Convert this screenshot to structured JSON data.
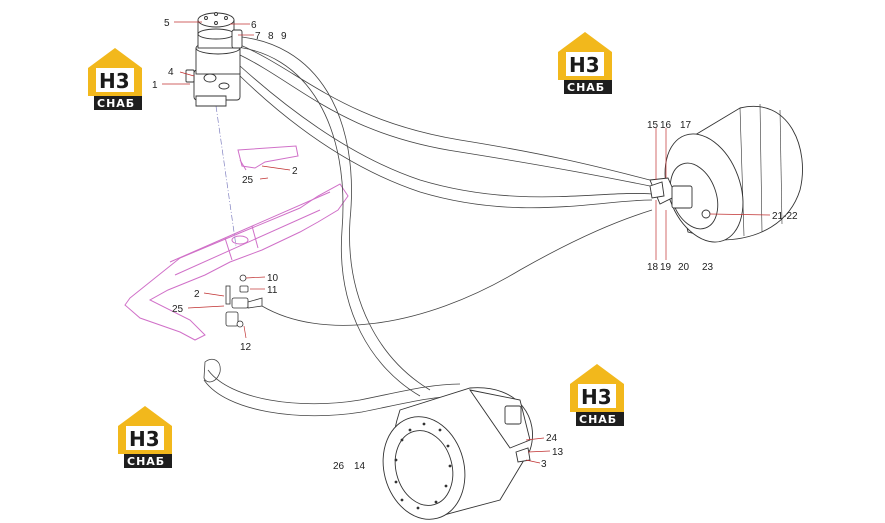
{
  "colors": {
    "line": "#333333",
    "hose": "#444444",
    "frame": "#d070c8",
    "leader": "#c03030",
    "logo_yellow": "#f2b81c",
    "logo_dark": "#1e1e1e"
  },
  "logo": {
    "mark": "Н3",
    "caption": "СНАБ"
  },
  "callouts": [
    {
      "text": "5"
    },
    {
      "text": "6"
    },
    {
      "text": "7"
    },
    {
      "text": "8"
    },
    {
      "text": "9"
    },
    {
      "text": "4"
    },
    {
      "text": "1"
    },
    {
      "text": "2"
    },
    {
      "text": "25"
    },
    {
      "text": "10"
    },
    {
      "text": "11"
    },
    {
      "text": "2"
    },
    {
      "text": "25"
    },
    {
      "text": "12"
    },
    {
      "text": "15"
    },
    {
      "text": "16"
    },
    {
      "text": "17"
    },
    {
      "text": "21-22"
    },
    {
      "text": "18"
    },
    {
      "text": "19"
    },
    {
      "text": "20"
    },
    {
      "text": "23"
    },
    {
      "text": "24"
    },
    {
      "text": "13"
    },
    {
      "text": "3"
    },
    {
      "text": "26"
    },
    {
      "text": "14"
    }
  ]
}
